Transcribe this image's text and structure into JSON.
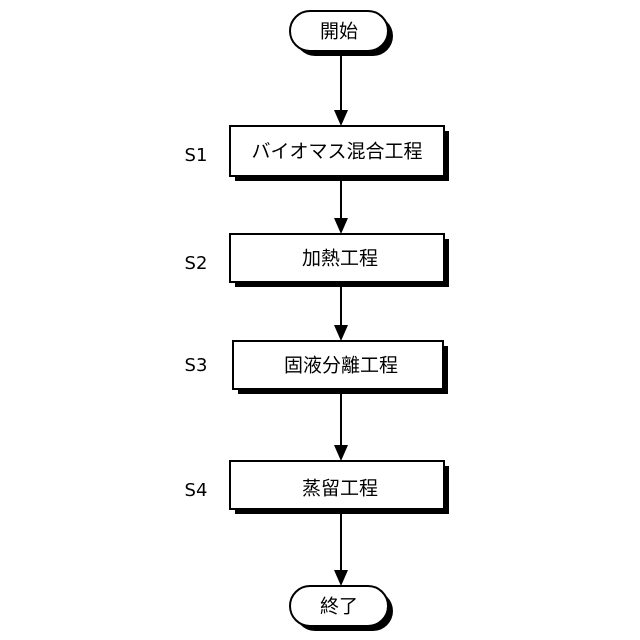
{
  "start": {
    "label": "開始"
  },
  "end": {
    "label": "終了"
  },
  "steps": [
    {
      "id": "S1",
      "label": "バイオマス混合工程"
    },
    {
      "id": "S2",
      "label": "加熱工程"
    },
    {
      "id": "S3",
      "label": "固液分離工程"
    },
    {
      "id": "S4",
      "label": "蒸留工程"
    }
  ]
}
